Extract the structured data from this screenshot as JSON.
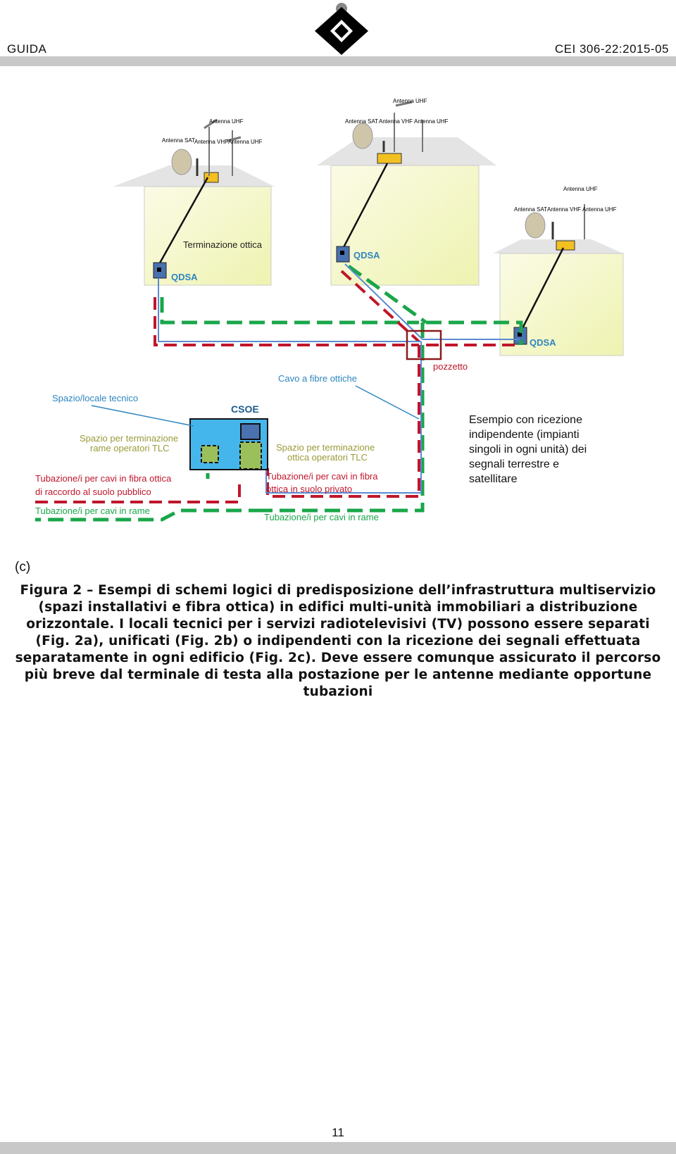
{
  "header": {
    "left": "GUIDA",
    "right": "CEI 306-22:2015-05"
  },
  "figure": {
    "antennas": {
      "sat": "Antenna SAT",
      "vhf": "Antenna VHF",
      "uhf": "Antenna UHF"
    },
    "labels": {
      "terminazione_ottica": "Terminazione ottica",
      "qdsa": "QDSA",
      "pozzetto": "pozzetto",
      "cavo_fibre": "Cavo a fibre ottiche",
      "spazio_locale": "Spazio/locale tecnico",
      "csoe": "CSOE",
      "spazio_rame_1": "Spazio per terminazione",
      "spazio_rame_2": "rame  operatori TLC",
      "spazio_ottica_1": "Spazio per terminazione",
      "spazio_ottica_2": "ottica operatori TLC",
      "tub_fibra_pub_1": "Tubazione/i per cavi in fibra ottica",
      "tub_fibra_pub_2": "di raccordo al suolo pubblico",
      "tub_rame_left": "Tubazione/i per cavi in rame",
      "tub_fibra_priv_1": "Tubazione/i per cavi in fibra",
      "tub_fibra_priv_2": "ottica in suolo privato",
      "tub_rame_bottom": "Tubazione/i per cavi in rame",
      "esempio_1": "Esempio con ricezione",
      "esempio_2": "indipendente (impianti",
      "esempio_3": "singoli in ogni unità) dei",
      "esempio_4": "segnali terrestre e",
      "esempio_5": "satellitare"
    },
    "tag": "(c)"
  },
  "caption": "Figura 2 – Esempi di schemi logici di predisposizione dell’infrastruttura multiservizio (spazi installativi e fibra ottica) in edifici multi-unità immobiliari a distribuzione orizzontale. I locali tecnici per i servizi radiotelevisivi (TV) possono essere separati (Fig. 2a), unificati (Fig. 2b) o indipendenti con la ricezione dei segnali effettuata separatamente in ogni edificio (Fig. 2c). Deve essere comunque assicurato il percorso più breve dal terminale di testa alla postazione per le antenne mediante opportune tubazioni",
  "footer": {
    "page_number": "11"
  },
  "colors": {
    "green_dash": "#1aa64a",
    "red_dash": "#c0162b",
    "blue_label": "#2e86c1",
    "building": "#f4f7c8",
    "csoe_box": "#45b6ec"
  }
}
